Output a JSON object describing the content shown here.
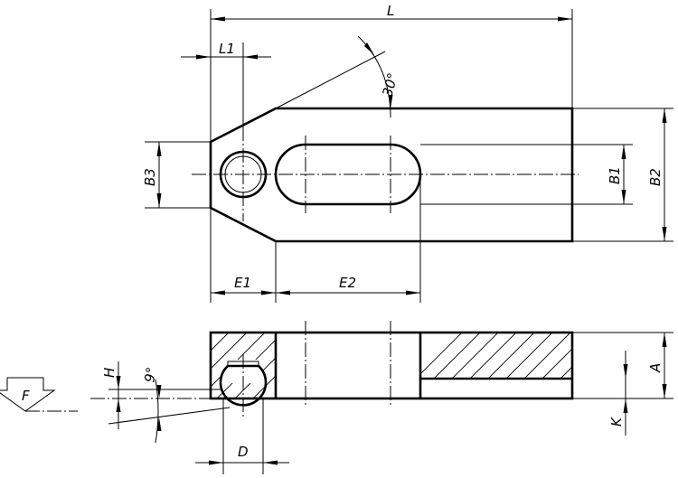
{
  "drawing": {
    "labels": {
      "L": "L",
      "L1": "L1",
      "angle_30": "30°",
      "B3": "B3",
      "B1": "B1",
      "B2": "B2",
      "E1": "E1",
      "E2": "E2",
      "H": "H",
      "angle_9": "9°",
      "A": "A",
      "K": "K",
      "D": "D",
      "F": "F"
    }
  }
}
